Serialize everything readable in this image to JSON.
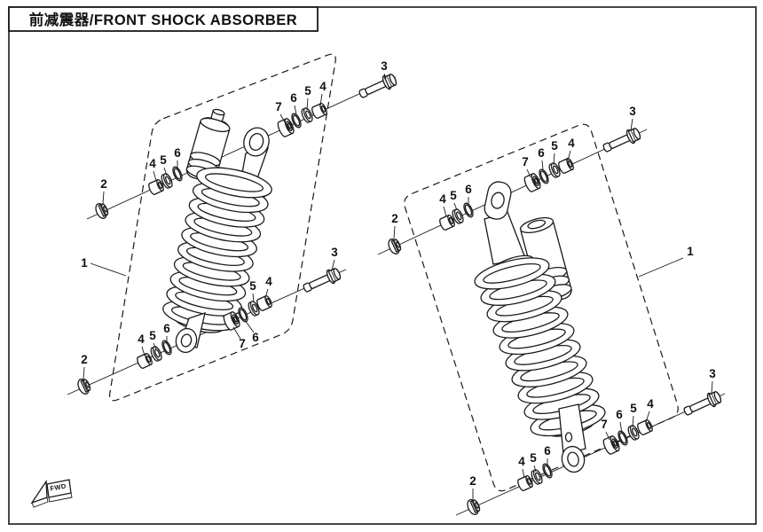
{
  "page": {
    "background": "#ffffff",
    "line_color": "#1a1a1a",
    "border_color": "#333333"
  },
  "header": {
    "title": "前减震器/FRONT SHOCK ABSORBER"
  },
  "direction_marker": {
    "label": "FWD"
  },
  "callout_numbers": {
    "n1": "1",
    "n2": "2",
    "n3": "3",
    "n4": "4",
    "n5": "5",
    "n6": "6",
    "n7": "7"
  },
  "figures": {
    "left_shock": {
      "assembly_ref": "1",
      "upper_mount_refs_along_axis": [
        "2",
        "4",
        "5",
        "6",
        "7",
        "6",
        "5",
        "4",
        "3"
      ],
      "lower_mount_refs_along_axis": [
        "2",
        "4",
        "5",
        "6",
        "7",
        "6",
        "5",
        "4",
        "3"
      ]
    },
    "right_shock": {
      "assembly_ref": "1",
      "upper_mount_refs_along_axis": [
        "2",
        "4",
        "5",
        "6",
        "7",
        "6",
        "5",
        "4",
        "3"
      ],
      "lower_mount_refs_along_axis": [
        "2",
        "4",
        "5",
        "6",
        "7",
        "6",
        "5",
        "4",
        "3"
      ]
    }
  }
}
